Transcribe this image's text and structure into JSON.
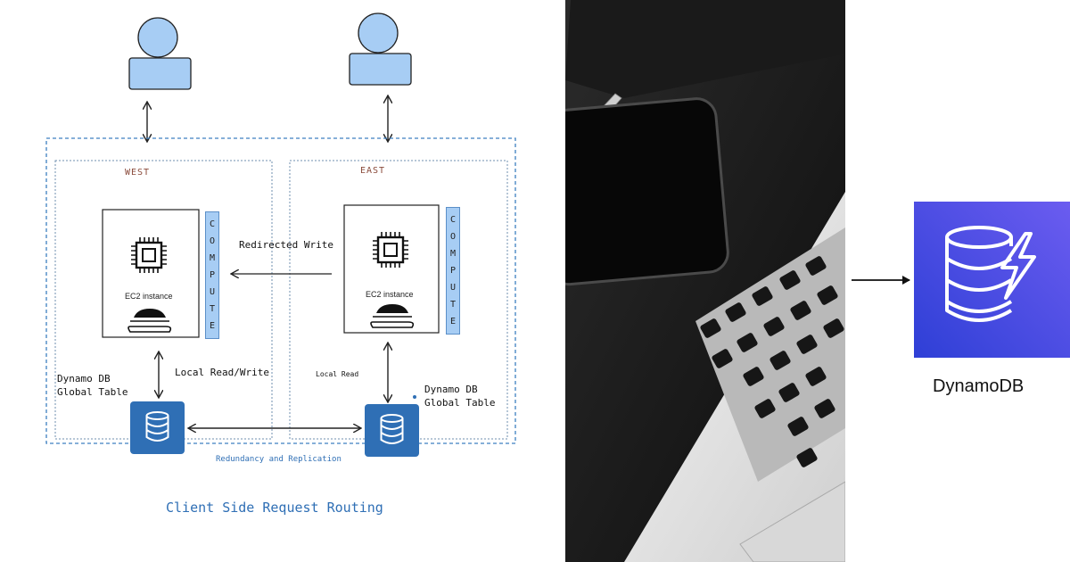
{
  "diagram": {
    "regions": {
      "west": "WEST",
      "east": "EAST"
    },
    "compute_label": "COMPUTE",
    "ec2_label": "EC2 instance",
    "redirected_write": "Redirected Write",
    "local_read_write": "Local Read/Write",
    "local_read": "Local Read",
    "dynamo_west_line1": "Dynamo DB",
    "dynamo_west_line2": "Global Table",
    "dynamo_east_line1": "Dynamo DB",
    "dynamo_east_line2": "Global Table",
    "replication": "Redundancy and Replication",
    "title": "Client Side Request Routing"
  },
  "right_panel": {
    "service_label": "DynamoDB"
  },
  "colors": {
    "user_fill": "#a7cdf4",
    "db_fill": "#2f6fb5",
    "dynamo_gradient_start": "#2e3fd6",
    "dynamo_gradient_end": "#6b5cf0",
    "dashed_border": "#3d7fc0"
  }
}
